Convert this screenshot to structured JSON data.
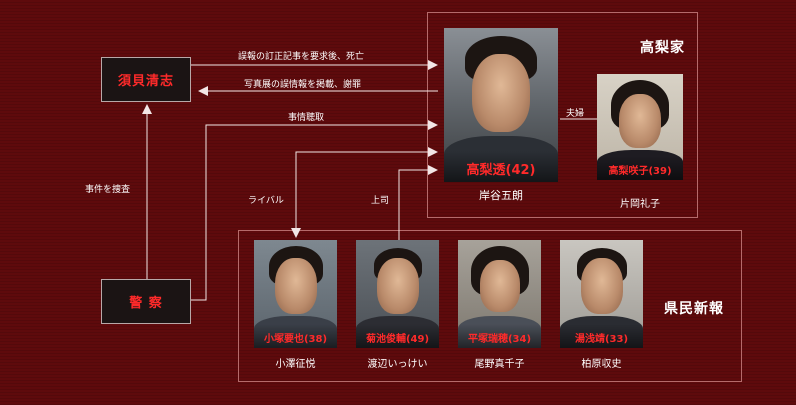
{
  "groups": {
    "takanashi": "高梨家",
    "kenmin": "県民新報"
  },
  "nodes": {
    "sue": "須貝清志",
    "police": "警 察"
  },
  "characters": [
    {
      "role": "高梨透(42)",
      "actor": "岸谷五朗"
    },
    {
      "role": "高梨咲子(39)",
      "actor": "片岡礼子"
    },
    {
      "role": "小塚要也(38)",
      "actor": "小澤征悦"
    },
    {
      "role": "菊池俊輔(49)",
      "actor": "渡辺いっけい"
    },
    {
      "role": "平塚瑞穂(34)",
      "actor": "尾野真千子"
    },
    {
      "role": "湯浅靖(33)",
      "actor": "柏原収史"
    }
  ],
  "edges": {
    "demand": "誤報の訂正記事を要求後、死亡",
    "apology": "写真展の誤情報を掲載、謝罪",
    "hearing": "事情聴取",
    "investigate": "事件を捜査",
    "rival": "ライバル",
    "boss": "上司",
    "couple": "夫婦"
  }
}
